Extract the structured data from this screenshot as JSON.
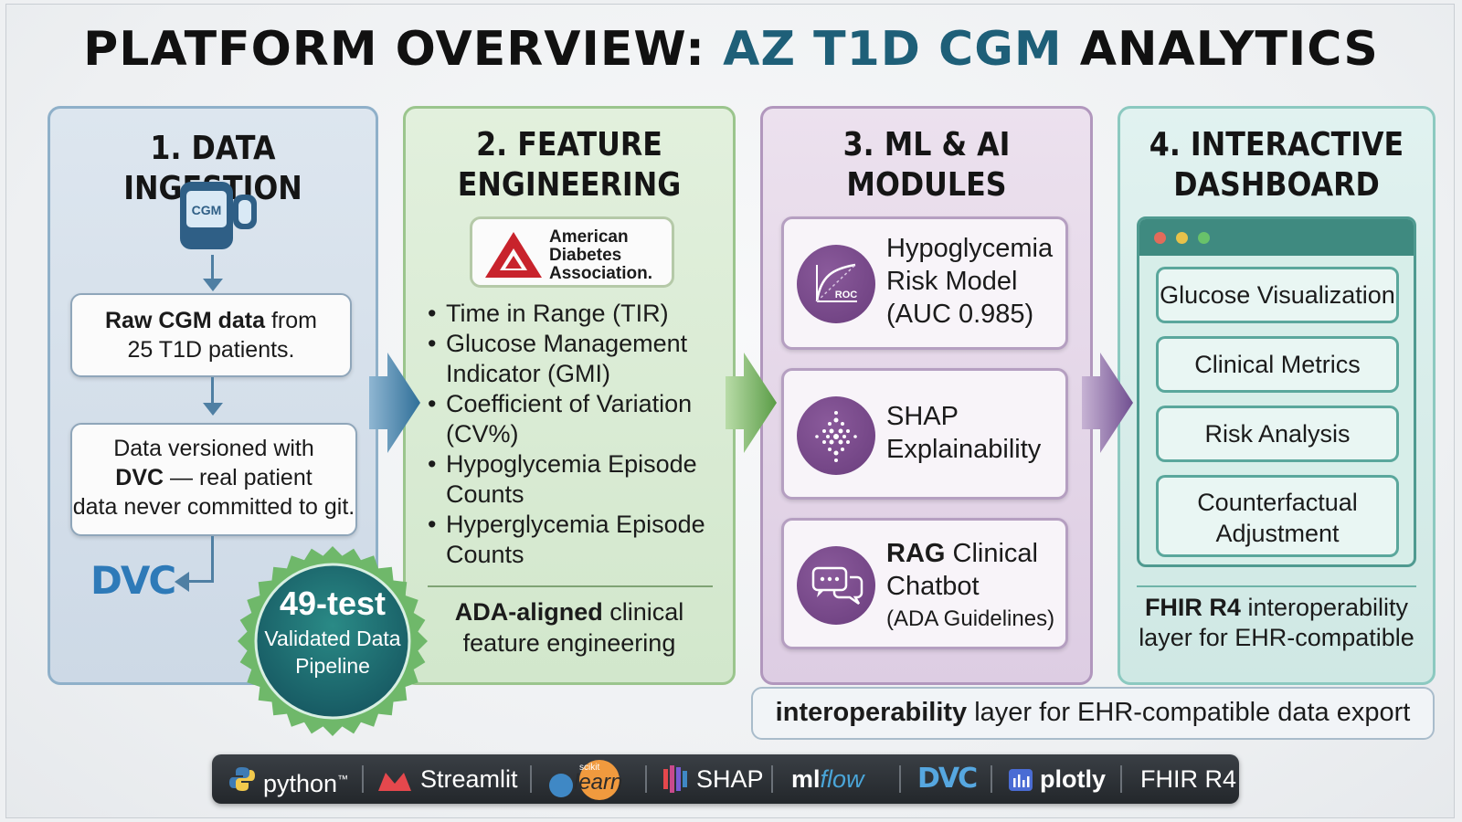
{
  "title": {
    "prefix": "PLATFORM OVERVIEW:",
    "accent": "AZ T1D CGM",
    "suffix": "ANALYTICS"
  },
  "panels": {
    "ingestion": {
      "title": "1. DATA INGESTION",
      "device_label": "CGM",
      "raw": {
        "bold": "Raw CGM data",
        "line1_rest": " from",
        "line2": "25 T1D patients."
      },
      "versioned": {
        "line1": "Data versioned with",
        "bold": "DVC",
        "line2_rest": " — real patient",
        "line2_end": "data",
        "line3": "never committed to git."
      },
      "dvc_logo": "DVC",
      "badge": {
        "line1": "49-test",
        "line2": "Validated Data",
        "line3": "Pipeline"
      }
    },
    "features": {
      "title_line1": "2. FEATURE",
      "title_line2": "ENGINEERING",
      "ada_logo": {
        "line1": "American",
        "line2": "Diabetes",
        "line3": "Association."
      },
      "bullets": [
        "Time in Range (TIR)",
        "Glucose Management Indicator (GMI)",
        "Coefficient of Variation (CV%)",
        "Hypoglycemia Episode Counts",
        "Hyperglycemia Episode Counts"
      ],
      "caption": {
        "bold": "ADA-aligned",
        "rest": " clinical",
        "line2": "feature engineering"
      }
    },
    "ml": {
      "title_line1": "3. ML & AI",
      "title_line2": "MODULES",
      "modules": [
        {
          "icon": "roc-curve-icon",
          "icon_label": "ROC",
          "line1": "Hypoglycemia",
          "line2": "Risk Model",
          "line3": "(AUC 0.985)"
        },
        {
          "icon": "shap-icon",
          "line1": "SHAP",
          "line2": "Explainability"
        },
        {
          "icon": "chat-icon",
          "bold": "RAG",
          "line1_rest": " Clinical",
          "line2": "Chatbot",
          "line3": "(ADA Guidelines)"
        }
      ]
    },
    "dashboard": {
      "title_line1": "4. INTERACTIVE",
      "title_line2": "DASHBOARD",
      "buttons": [
        "Glucose Visualization",
        "Clinical Metrics",
        "Risk Analysis",
        "Counterfactual Adjustment"
      ],
      "fhir": {
        "bold": "FHIR R4",
        "rest": " interoperability",
        "line2": "layer for EHR-compatible"
      }
    }
  },
  "interop_bar": {
    "bold": "interoperability",
    "rest": " layer for EHR-compatible data export"
  },
  "toolbar": {
    "python": "python",
    "python_tm": "™",
    "streamlit": "Streamlit",
    "sklearn_small": "scikit",
    "sklearn": "learn",
    "shap": "SHAP",
    "mlflow_a": "ml",
    "mlflow_b": "flow",
    "dvc": "DVC",
    "plotly": "plotly",
    "fhir": "FHIR R4"
  },
  "colors": {
    "accent": "#1e5f78",
    "blue_arrow": "#3f7ea6",
    "green_arrow": "#6aa84f",
    "purple_arrow": "#7b5a9b",
    "badge": "#1f6f73"
  }
}
